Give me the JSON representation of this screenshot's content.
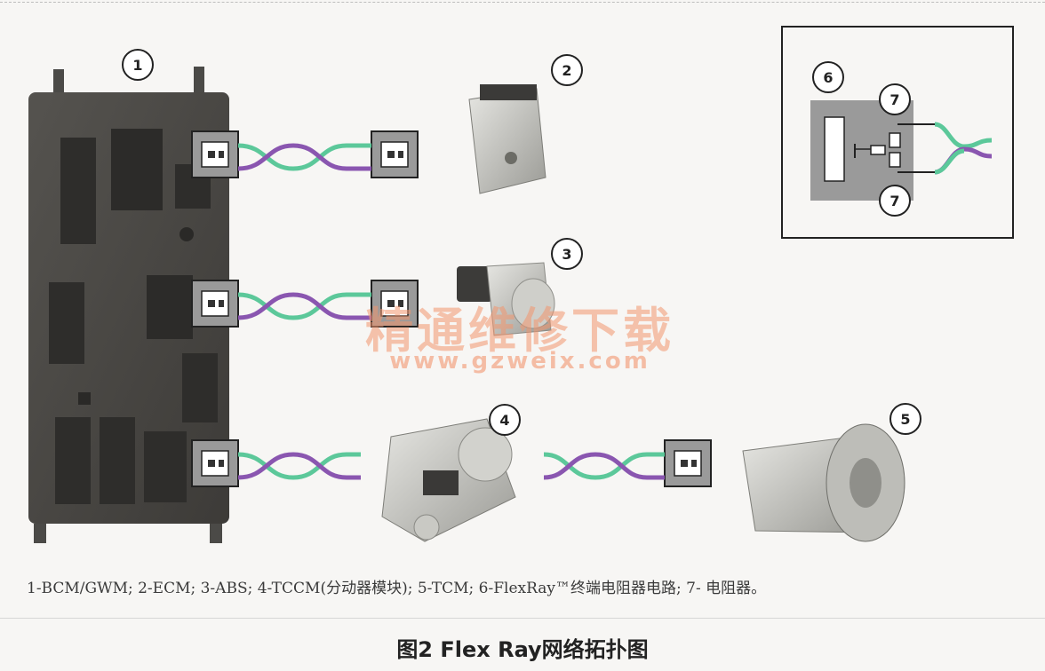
{
  "diagram": {
    "labels": {
      "n1": "1",
      "n2": "2",
      "n3": "3",
      "n4": "4",
      "n5": "5",
      "n6": "6",
      "n7a": "7",
      "n7b": "7"
    },
    "legend_text": "1-BCM/GWM; 2-ECM; 3-ABS; 4-TCCM(分动器模块); 5-TCM; 6-FlexRay™终端电阻器电路; 7- 电阻器。",
    "figure_title": "图2 Flex Ray网络拓扑图",
    "watermark_line1": "精通维修下载",
    "watermark_line2": "www.gzweix.com",
    "colors": {
      "wire_green": "#5cc89a",
      "wire_purple": "#8a56b0",
      "connector_fill": "#9a9a9a",
      "module_fill": "#4a4a48",
      "callout_stroke": "#222222"
    }
  }
}
